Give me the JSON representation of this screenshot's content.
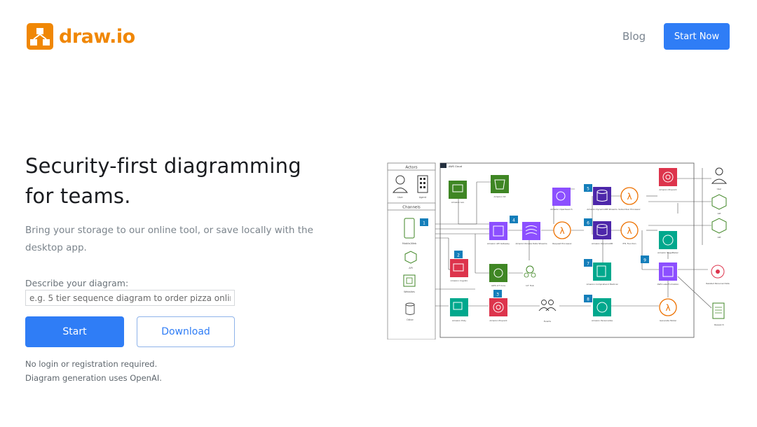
{
  "header": {
    "logo_text": "draw.io",
    "nav": {
      "blog_label": "Blog",
      "start_now_label": "Start Now"
    }
  },
  "hero": {
    "title": "Security-first diagramming for teams.",
    "subtitle": "Bring your storage to our online tool, or save locally with the desktop app.",
    "describe_label": "Describe your diagram:",
    "describe_placeholder": "e.g. 5 tier sequence diagram to order pizza online",
    "start_label": "Start",
    "download_label": "Download",
    "note_login": "No login or registration required.",
    "note_openai": "Diagram generation uses OpenAI."
  },
  "colors": {
    "brand_orange": "#f08705",
    "primary_blue": "#2f7df6",
    "aws_green": "#3f8624",
    "aws_red": "#dd344c",
    "aws_purple": "#8c4fff",
    "aws_orange": "#ed7100",
    "aws_teal": "#01a88d",
    "step_badge": "#147eba"
  },
  "diagram": {
    "actors_title": "Actors",
    "channels_title": "Channels",
    "cloud_title": "AWS Cloud",
    "actors": [
      "User",
      "Agent"
    ],
    "channels": [
      "Mobile/Web",
      "API",
      "Websites",
      "Other"
    ],
    "steps": [
      "1",
      "2",
      "3",
      "4",
      "5",
      "6",
      "7",
      "8",
      "9"
    ],
    "services": [
      "Amazon Lex",
      "Amazon S3",
      "Amazon API Gateway",
      "Amazon Kinesis Data Streams",
      "Request Processor",
      "Amazon Cognito",
      "AWS IoT Core",
      "IoT Hub",
      "Amazon Polly",
      "Amazon Pinpoint",
      "Events",
      "Amazon OpenSearch",
      "Amazon DynamoDB Streams",
      "Amazon DynamoDB",
      "Subscriber Processor",
      "ETL Function",
      "Amazon Comprehend Medical",
      "Amazon Personalize",
      "Generate Model",
      "Amazon Pinpoint",
      "Amazon SageMaker",
      "AWS Lake Formation",
      "User",
      "API",
      "API",
      "Related Personal Data",
      "Research"
    ]
  }
}
